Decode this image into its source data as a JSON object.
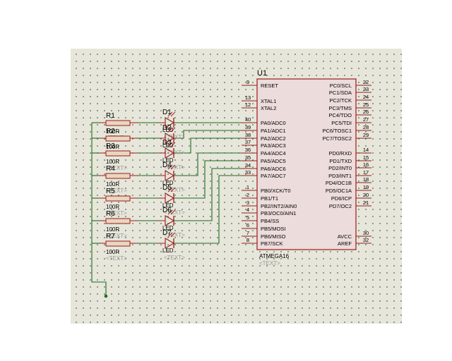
{
  "ic": {
    "ref": "U1",
    "part": "ATMEGA16",
    "text_placeholder": "<TEXT>",
    "left_pins": [
      {
        "num": "9",
        "name": "RESET"
      },
      {
        "num": "13",
        "name": "XTAL1"
      },
      {
        "num": "12",
        "name": "XTAL2"
      },
      {
        "num": "40",
        "name": "PA0/ADC0"
      },
      {
        "num": "39",
        "name": "PA1/ADC1"
      },
      {
        "num": "38",
        "name": "PA2/ADC2"
      },
      {
        "num": "37",
        "name": "PA3/ADC3"
      },
      {
        "num": "36",
        "name": "PA4/ADC4"
      },
      {
        "num": "35",
        "name": "PA5/ADC5"
      },
      {
        "num": "34",
        "name": "PA6/ADC6"
      },
      {
        "num": "33",
        "name": "PA7/ADC7"
      },
      {
        "num": "1",
        "name": "PB0/XCK/T0"
      },
      {
        "num": "2",
        "name": "PB1/T1"
      },
      {
        "num": "3",
        "name": "PB2/INT2/AIN0"
      },
      {
        "num": "4",
        "name": "PB3/OC0/AIN1"
      },
      {
        "num": "5",
        "name": "PB4/SS"
      },
      {
        "num": "6",
        "name": "PB5/MOSI"
      },
      {
        "num": "7",
        "name": "PB6/MISO"
      },
      {
        "num": "8",
        "name": "PB7/SCK"
      }
    ],
    "right_pins": [
      {
        "num": "22",
        "name": "PC0/SCL"
      },
      {
        "num": "23",
        "name": "PC1/SDA"
      },
      {
        "num": "24",
        "name": "PC2/TCK"
      },
      {
        "num": "25",
        "name": "PC3/TMS"
      },
      {
        "num": "26",
        "name": "PC4/TDO"
      },
      {
        "num": "27",
        "name": "PC5/TDI"
      },
      {
        "num": "28",
        "name": "PC6/TOSC1"
      },
      {
        "num": "29",
        "name": "PC7/TOSC2"
      },
      {
        "num": "14",
        "name": "PD0/RXD"
      },
      {
        "num": "15",
        "name": "PD1/TXD"
      },
      {
        "num": "16",
        "name": "PD2/INT0"
      },
      {
        "num": "17",
        "name": "PD3/INT1"
      },
      {
        "num": "18",
        "name": "PD4/OC1B"
      },
      {
        "num": "19",
        "name": "PD5/OC1A"
      },
      {
        "num": "20",
        "name": "PD6/ICP"
      },
      {
        "num": "21",
        "name": "PD7/OC2"
      },
      {
        "num": "30",
        "name": "AVCC"
      },
      {
        "num": "32",
        "name": "AREF"
      }
    ]
  },
  "resistors": [
    {
      "ref": "R1",
      "value": "100R"
    },
    {
      "ref": "R2",
      "value": "100R"
    },
    {
      "ref": "R3",
      "value": "100R"
    },
    {
      "ref": "R4",
      "value": "100R"
    },
    {
      "ref": "R5",
      "value": "100R"
    },
    {
      "ref": "R6",
      "value": "100R"
    },
    {
      "ref": "R7",
      "value": "100R"
    }
  ],
  "leds": [
    {
      "ref": "D1",
      "type": "LED"
    },
    {
      "ref": "D2",
      "type": "LED"
    },
    {
      "ref": "D3",
      "type": "LED"
    },
    {
      "ref": "D4",
      "type": "LED"
    },
    {
      "ref": "D5",
      "type": "LED"
    },
    {
      "ref": "D6",
      "type": "LED"
    },
    {
      "ref": "D7",
      "type": "LED"
    }
  ],
  "text_placeholder": "<TEXT>",
  "colors": {
    "wire": "#1f6b1f",
    "component": "#9b1c1c",
    "ic_body": "#ecdcdc",
    "label": "#000000",
    "placeholder": "#9a9a9a"
  }
}
